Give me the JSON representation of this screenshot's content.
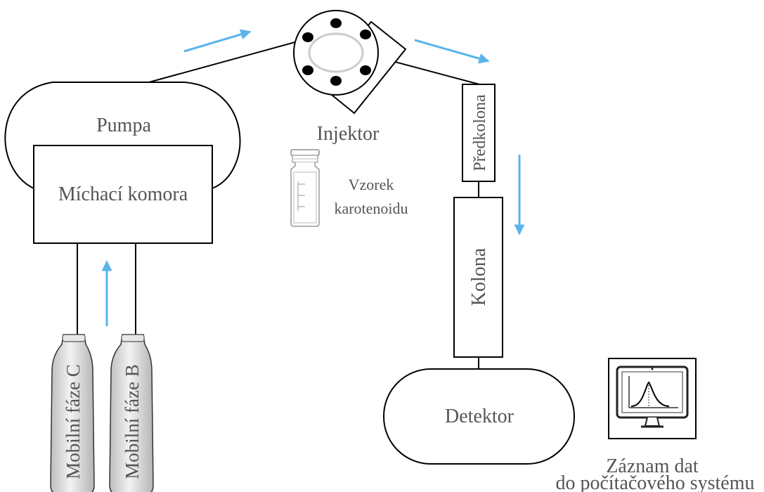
{
  "labels": {
    "pump": "Pumpa",
    "mixing_chamber": "Míchací komora",
    "injector": "Injektor",
    "sample_line1": "Vzorek",
    "sample_line2": "karotenoidu",
    "precolumn": "Předkolona",
    "column": "Kolona",
    "detector": "Detektor",
    "mobile_phase_c": "Mobilní fáze C",
    "mobile_phase_b": "Mobilní fáze B",
    "data_line1": "Záznam dat",
    "data_line2": "do počítačového systému"
  },
  "colors": {
    "arrow": "#5bb4ea",
    "line": "#000000",
    "text": "#555555",
    "bottle_fill": "#d8d8d8",
    "injector_ring": "#cccccc"
  },
  "icons": [
    "arrow-icon",
    "vial-icon",
    "computer-monitor-icon"
  ]
}
